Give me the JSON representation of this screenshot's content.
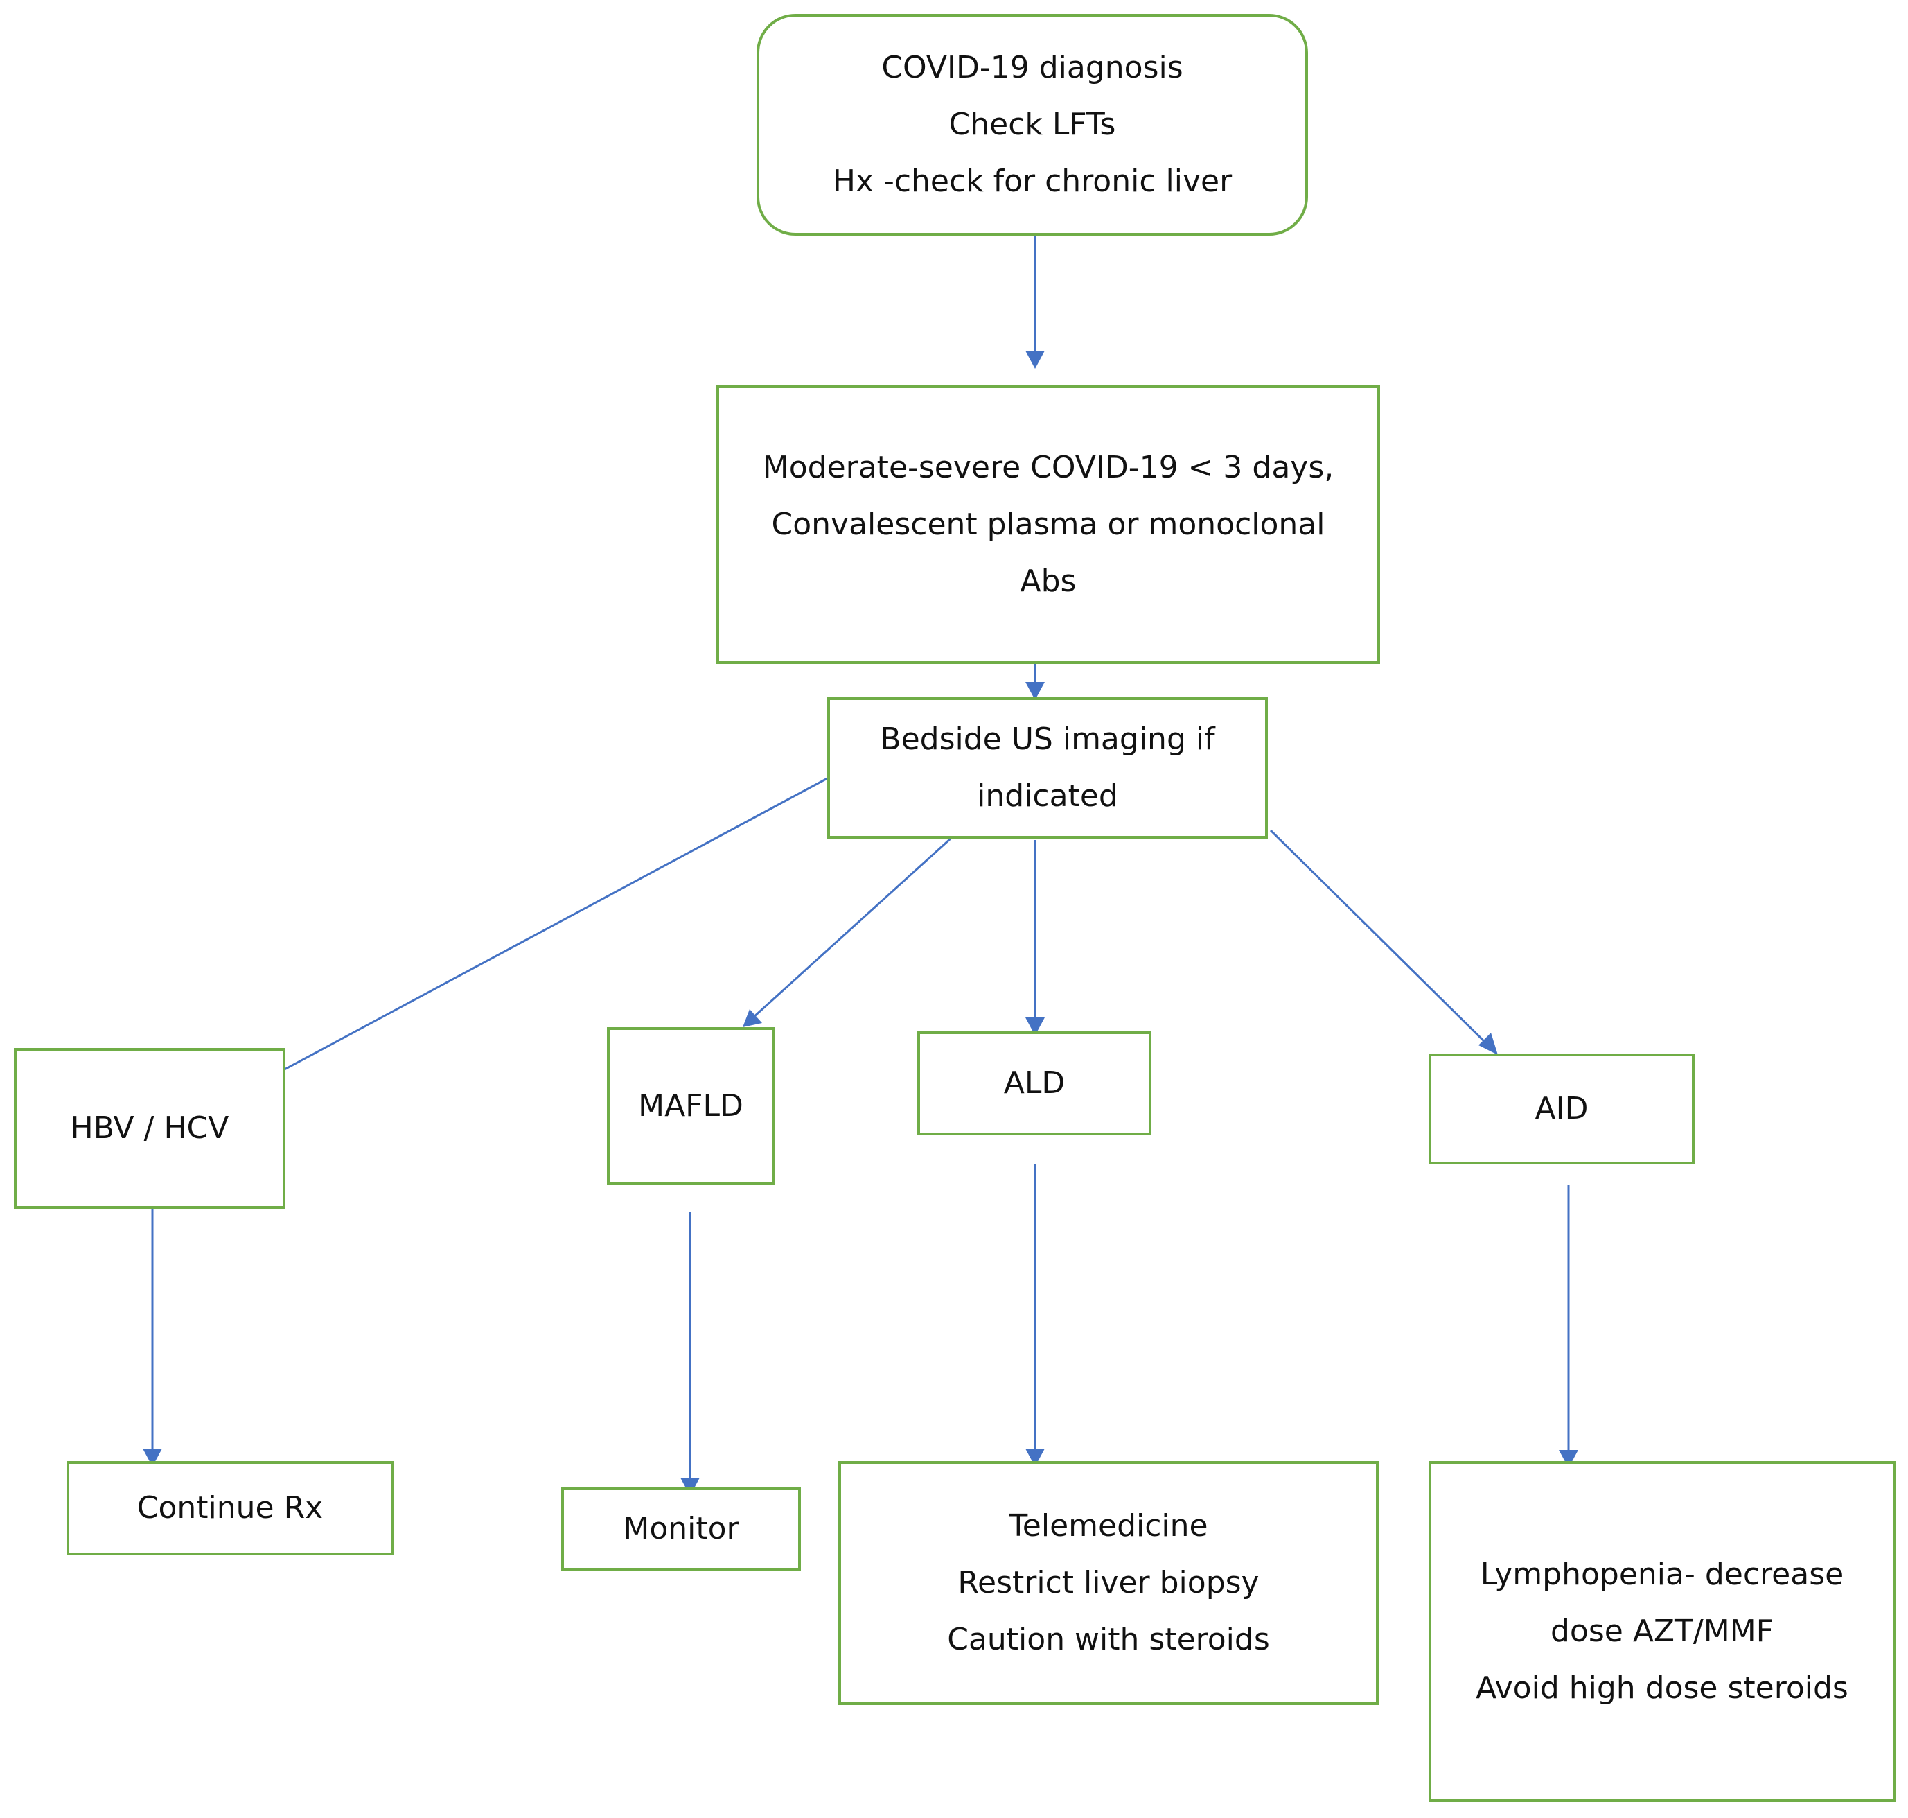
{
  "colors": {
    "box_border": "#70ad47",
    "arrow": "#4472c4",
    "text": "#111111",
    "background": "#ffffff"
  },
  "nodes": {
    "start": {
      "lines": [
        "COVID-19 diagnosis",
        "Check LFTs",
        "Hx -check for chronic liver"
      ]
    },
    "moderate": {
      "lines": [
        "Moderate-severe COVID-19 < 3 days,",
        "Convalescent plasma or monoclonal",
        "Abs"
      ]
    },
    "bedside": {
      "lines": [
        "Bedside US imaging if",
        "indicated"
      ]
    },
    "hbv": {
      "label": "HBV / HCV"
    },
    "mafld": {
      "label": "MAFLD"
    },
    "ald": {
      "label": "ALD"
    },
    "aid": {
      "label": "AID"
    },
    "continue_rx": {
      "label": "Continue Rx"
    },
    "monitor": {
      "label": "Monitor"
    },
    "ald_actions": {
      "lines": [
        "Telemedicine",
        "Restrict liver biopsy",
        "Caution with steroids"
      ]
    },
    "aid_actions": {
      "lines": [
        "Lymphopenia- decrease",
        "dose AZT/MMF",
        "Avoid high dose steroids"
      ]
    }
  }
}
